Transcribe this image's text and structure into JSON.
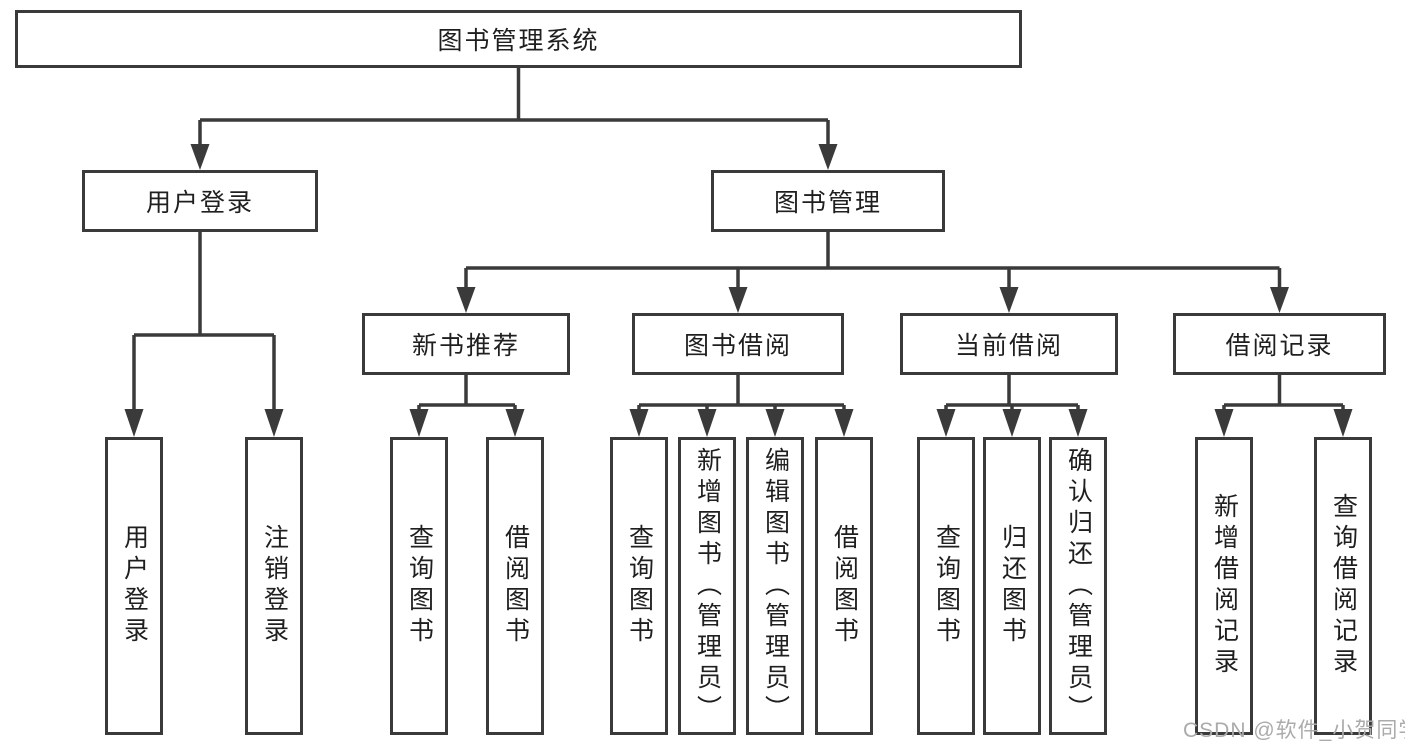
{
  "colors": {
    "line": "#3a3a3a",
    "text": "#1f1f1f",
    "background": "#ffffff",
    "watermark": "#ababab"
  },
  "tree": {
    "label": "图书管理系统",
    "children": [
      {
        "label": "用户登录",
        "children": [
          {
            "label": "用户登录"
          },
          {
            "label": "注销登录"
          }
        ]
      },
      {
        "label": "图书管理",
        "children": [
          {
            "label": "新书推荐",
            "children": [
              {
                "label": "查询图书"
              },
              {
                "label": "借阅图书"
              }
            ]
          },
          {
            "label": "图书借阅",
            "children": [
              {
                "label": "查询图书"
              },
              {
                "label": "新增图书（管理员）"
              },
              {
                "label": "编辑图书（管理员）"
              },
              {
                "label": "借阅图书"
              }
            ]
          },
          {
            "label": "当前借阅",
            "children": [
              {
                "label": "查询图书"
              },
              {
                "label": "归还图书"
              },
              {
                "label": "确认归还（管理员）"
              }
            ]
          },
          {
            "label": "借阅记录",
            "children": [
              {
                "label": "新增借阅记录"
              },
              {
                "label": "查询借阅记录"
              }
            ]
          }
        ]
      }
    ]
  },
  "watermark": {
    "text": "CSDN @软件_小贺同学"
  }
}
